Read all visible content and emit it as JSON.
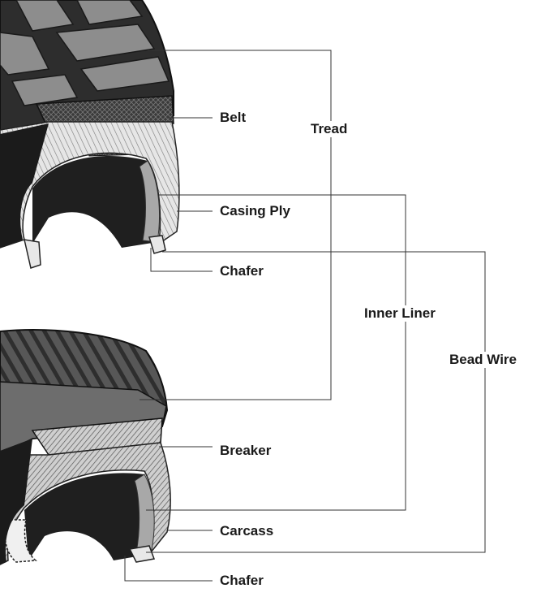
{
  "labels": {
    "belt": "Belt",
    "tread": "Tread",
    "casing_ply": "Casing Ply",
    "chafer_top": "Chafer",
    "inner_liner": "Inner Liner",
    "bead_wire": "Bead Wire",
    "breaker": "Breaker",
    "carcass": "Carcass",
    "chafer_bottom": "Chafer"
  },
  "illustrations": {
    "top": "radial-tire-cutaway",
    "bottom": "bias-tire-cutaway"
  },
  "colors": {
    "rubber": "#2b2b2b",
    "tread_face": "#9a9a9a",
    "ply": "#d9d9d9",
    "line": "#333333"
  }
}
